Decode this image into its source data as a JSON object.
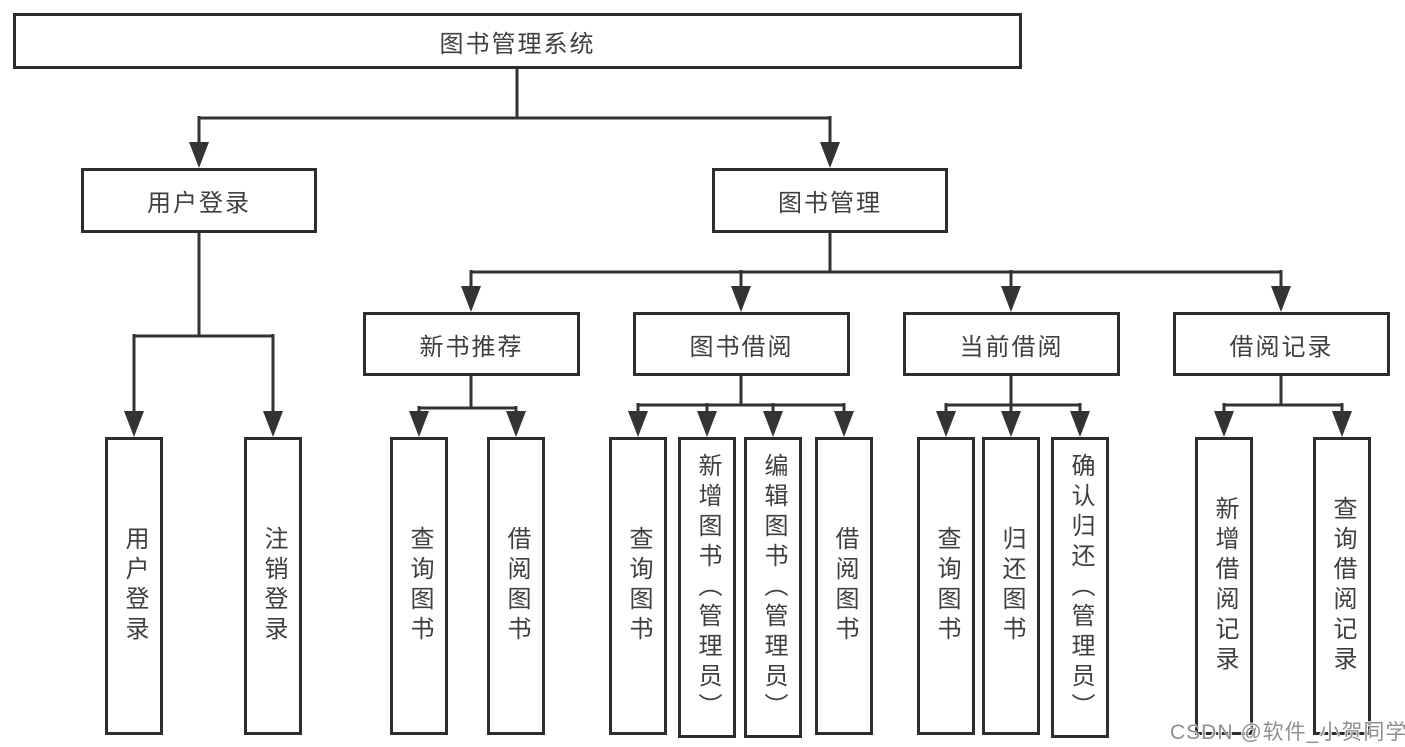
{
  "diagram": {
    "root": {
      "label": "图书管理系统"
    },
    "branches": [
      {
        "label": "用户登录",
        "children": [
          {
            "label": "用户登录"
          },
          {
            "label": "注销登录"
          }
        ]
      },
      {
        "label": "图书管理",
        "children": [
          {
            "label": "新书推荐",
            "children": [
              {
                "label": "查询图书"
              },
              {
                "label": "借阅图书"
              }
            ]
          },
          {
            "label": "图书借阅",
            "children": [
              {
                "label": "查询图书"
              },
              {
                "label": "新增图书（管理员）"
              },
              {
                "label": "编辑图书（管理员）"
              },
              {
                "label": "借阅图书"
              }
            ]
          },
          {
            "label": "当前借阅",
            "children": [
              {
                "label": "查询图书"
              },
              {
                "label": "归还图书"
              },
              {
                "label": "确认归还（管理员）"
              }
            ]
          },
          {
            "label": "借阅记录",
            "children": [
              {
                "label": "新增借阅记录"
              },
              {
                "label": "查询借阅记录"
              }
            ]
          }
        ]
      }
    ]
  },
  "watermark": {
    "text": "CSDN @软件_小贺同学"
  },
  "colors": {
    "line": "#333333",
    "border": "#2d2d2d",
    "text": "#3f3f3f",
    "watermark": "#8f8f8f",
    "background": "#ffffff"
  }
}
